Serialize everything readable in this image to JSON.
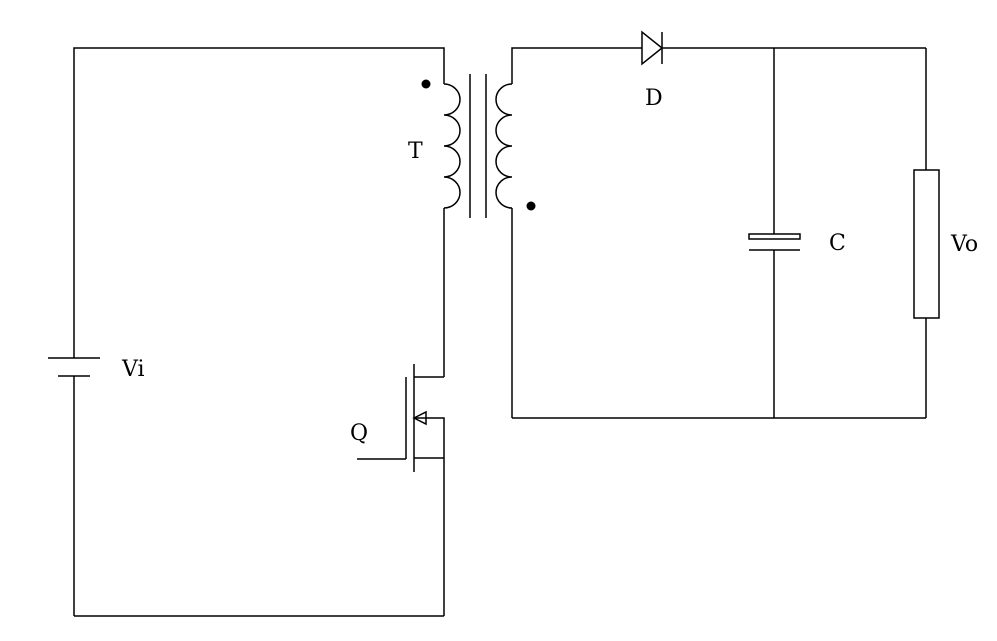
{
  "labels": {
    "source": "Vi",
    "switch": "Q",
    "transformer": "T",
    "diode": "D",
    "capacitor": "C",
    "output": "Vo"
  },
  "colors": {
    "stroke": "#000000",
    "background": "#ffffff"
  }
}
